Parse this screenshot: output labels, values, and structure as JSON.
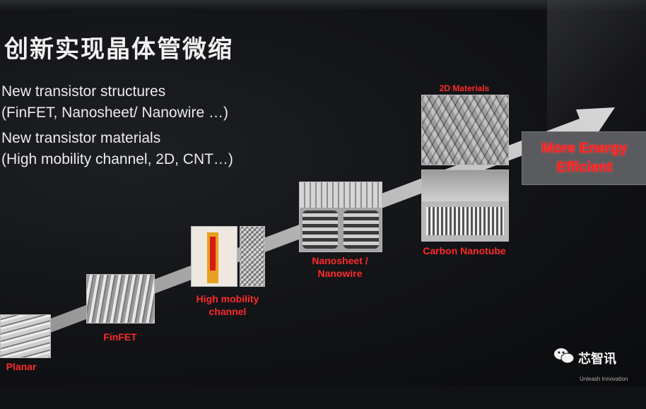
{
  "title": "创新实现晶体管微缩",
  "bullets": [
    "New transistor structures",
    "(FinFET, Nanosheet/ Nanowire …)",
    "New transistor materials",
    "(High mobility channel, 2D, CNT…)"
  ],
  "stages": {
    "planar": "Planar",
    "finfet": "FinFET",
    "high_mobility_line1": "High mobility",
    "high_mobility_line2": "channel",
    "nanosheet_line1": "Nanosheet /",
    "nanosheet_line2": "Nanowire",
    "carbon_nanotube": "Carbon Nanotube",
    "materials_2d": "2D Materials"
  },
  "energy": {
    "line1": "More Energy",
    "line2": "Efficient"
  },
  "watermark": "芯智讯",
  "corner_text": "Unleash Innovation",
  "colors": {
    "accent": "#ff2a2a",
    "background": "#121316",
    "text": "#ececec"
  }
}
